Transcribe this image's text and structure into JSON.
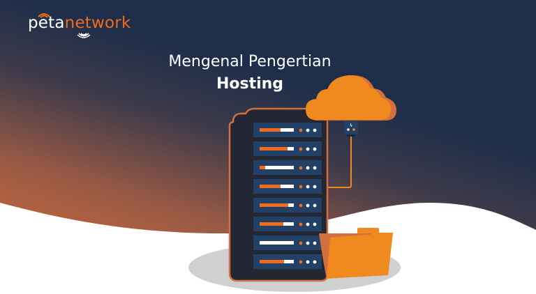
{
  "brand": {
    "logo_part1": "peta",
    "logo_part2": "network",
    "logo_icon": "wifi-signal-icon"
  },
  "headline": {
    "line1": "Mengenal Pengertian",
    "line2": "Hosting"
  },
  "illustration": {
    "elements": [
      "server-rack",
      "cloud",
      "network-cable",
      "folder",
      "shadow-ellipse"
    ],
    "server_units": 8
  },
  "colors": {
    "navy": "#1d2d4a",
    "orange": "#f08a1e",
    "orange_dark": "#d26f3e",
    "accent_orange": "#f26a1b",
    "rack_body": "#232733",
    "rack_unit": "#234066",
    "shadow": "#cfd1d1"
  }
}
